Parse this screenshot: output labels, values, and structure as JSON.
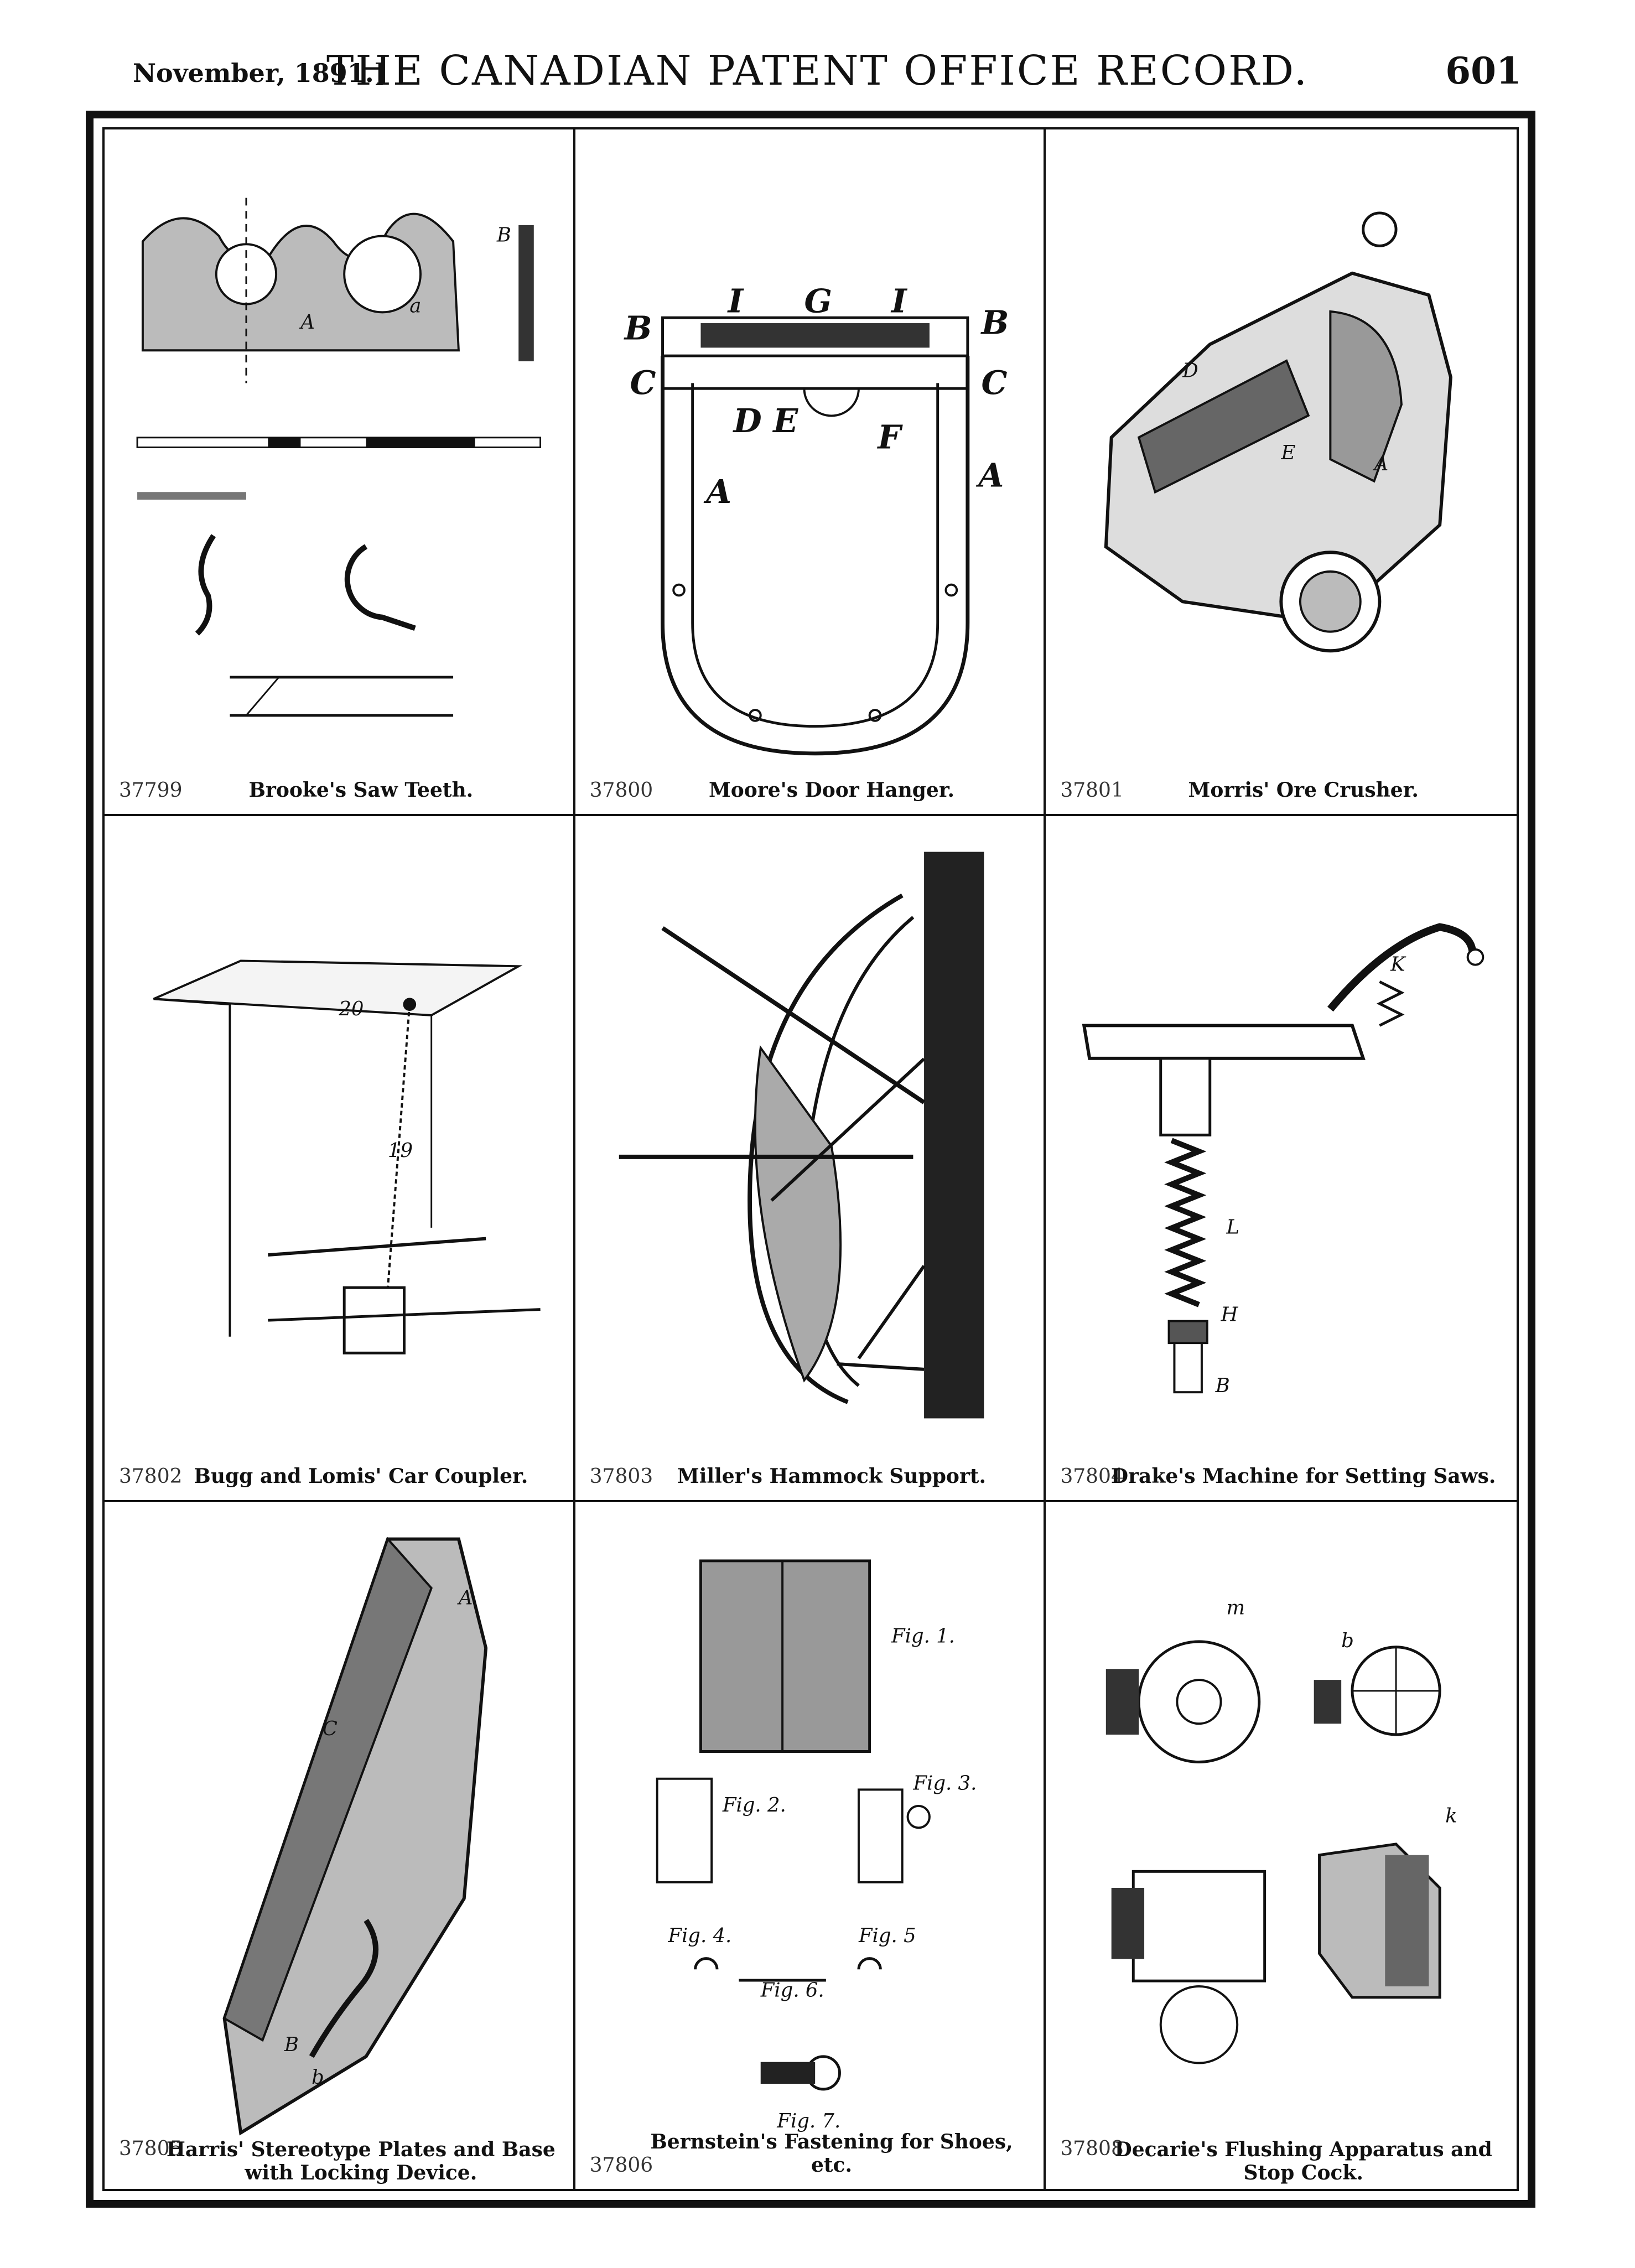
{
  "header": {
    "date": "November, 1891.]",
    "title": "THE CANADIAN PATENT OFFICE RECORD.",
    "page_number": "601"
  },
  "patents": [
    {
      "number": "37799",
      "title": "Brooke's Saw Teeth."
    },
    {
      "number": "37800",
      "title": "Moore's Door Hanger."
    },
    {
      "number": "37801",
      "title": "Morris' Ore Crusher."
    },
    {
      "number": "37802",
      "title": "Bugg and Lomis' Car Coupler."
    },
    {
      "number": "37803",
      "title": "Miller's Hammock Support."
    },
    {
      "number": "37804",
      "title": "Drake's Machine for Setting Saws."
    },
    {
      "number": "37805",
      "title": "Harris' Stereotype Plates and Base with Locking Device."
    },
    {
      "number": "37806",
      "title": "Bernstein's Fastening for Shoes, etc."
    },
    {
      "number": "37808",
      "title": "Decarie's Flushing Apparatus and Stop Cock."
    }
  ]
}
